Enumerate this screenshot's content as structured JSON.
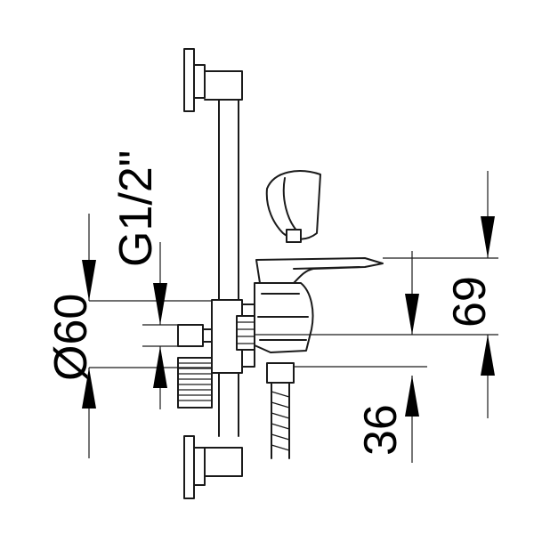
{
  "labels": {
    "diameter": "Ø60",
    "thread": "G1/2\"",
    "height_upper": "69",
    "height_lower": "36"
  }
}
